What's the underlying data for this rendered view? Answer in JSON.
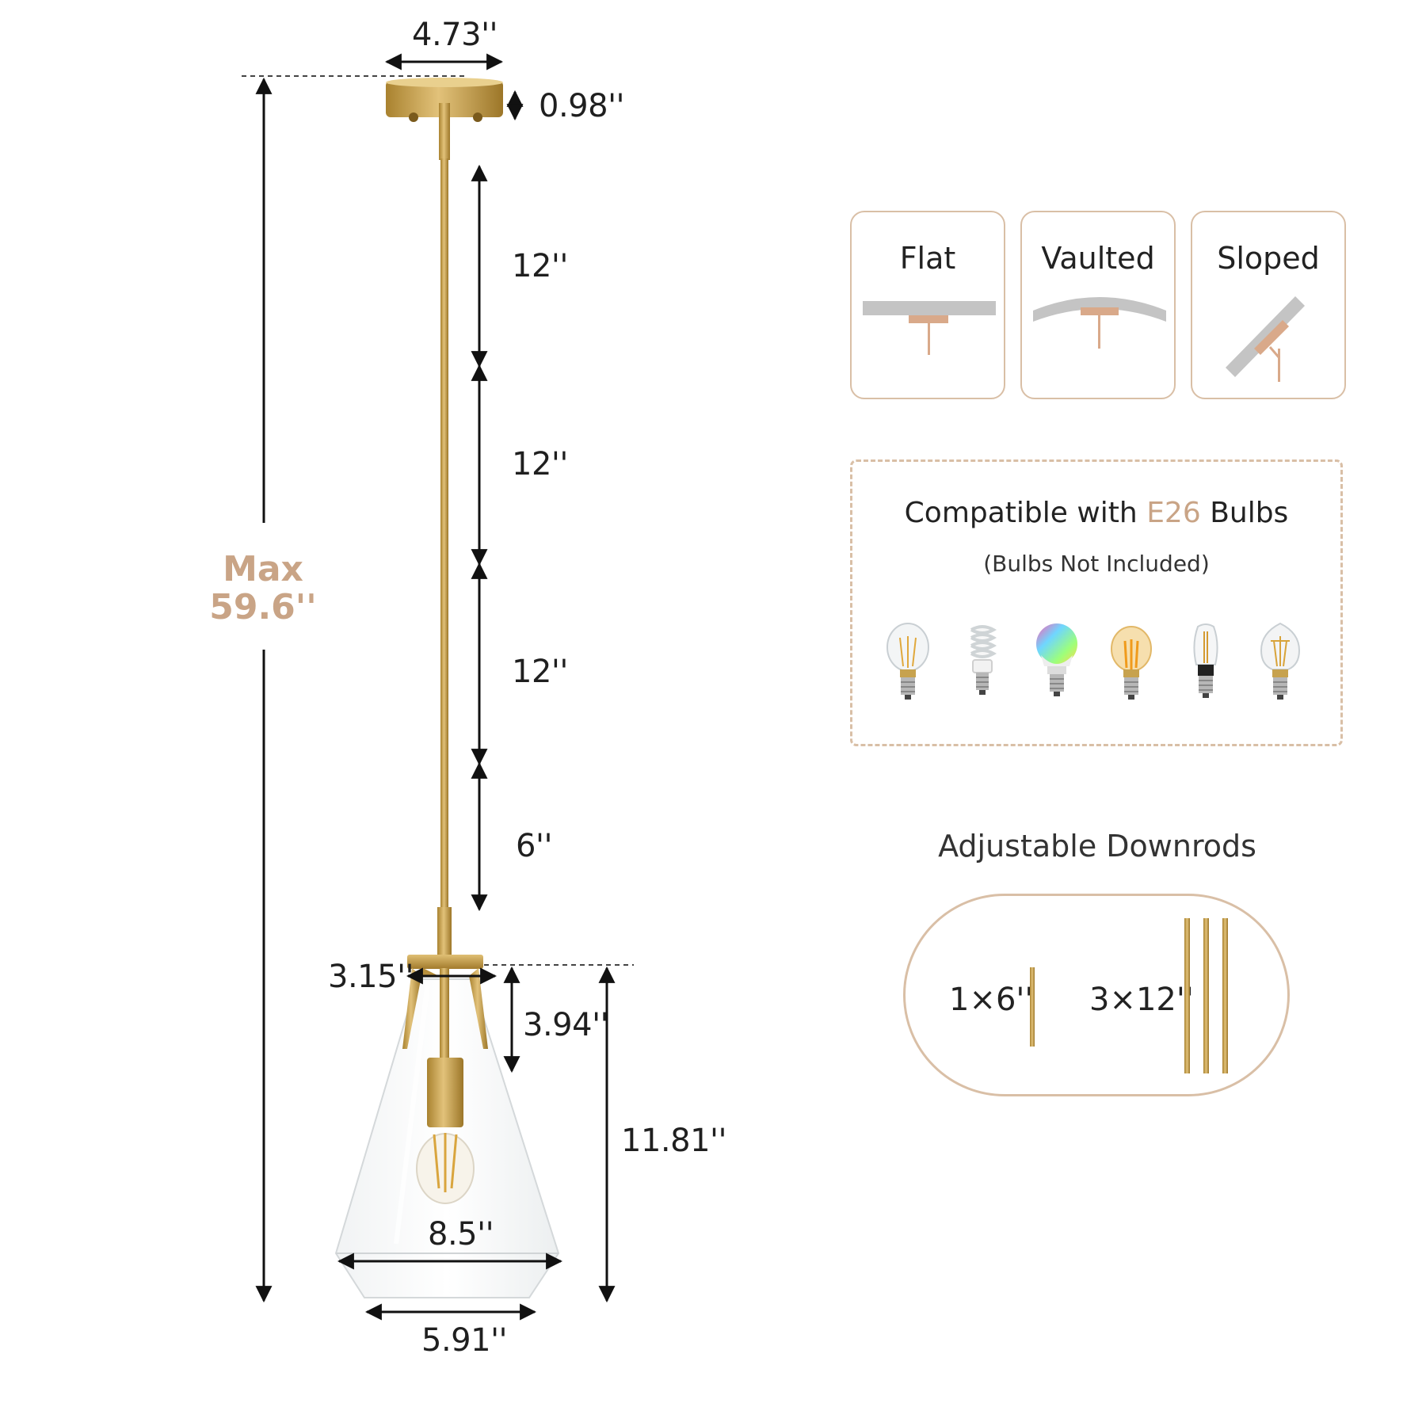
{
  "dimensions": {
    "canopy_width": "4.73''",
    "canopy_height": "0.98''",
    "rod_1": "12''",
    "rod_2": "12''",
    "rod_3": "12''",
    "rod_4": "6''",
    "max_label": "Max",
    "max_value": "59.6''",
    "shade_top": "3.15''",
    "holder_height": "3.94''",
    "shade_height": "11.81''",
    "shade_width": "8.5''",
    "shade_bottom": "5.91''"
  },
  "ceiling_types": [
    {
      "label": "Flat",
      "icon": "flat-ceiling-icon"
    },
    {
      "label": "Vaulted",
      "icon": "vaulted-ceiling-icon"
    },
    {
      "label": "Sloped",
      "icon": "sloped-ceiling-icon"
    }
  ],
  "bulbs": {
    "title_prefix": "Compatible with ",
    "title_accent": "E26",
    "title_suffix": " Bulbs",
    "note": "(Bulbs Not Included)",
    "types": [
      "filament-a19-bulb-icon",
      "cfl-spiral-bulb-icon",
      "rgb-smart-bulb-icon",
      "amber-filament-bulb-icon",
      "s14-edison-bulb-icon",
      "st-vintage-bulb-icon"
    ]
  },
  "downrods": {
    "title": "Adjustable Downrods",
    "short_label": "1×6''",
    "long_label": "3×12''"
  },
  "colors": {
    "accent": "#c9a486",
    "brass": "#c9a24a",
    "border": "#d9bfa6"
  }
}
